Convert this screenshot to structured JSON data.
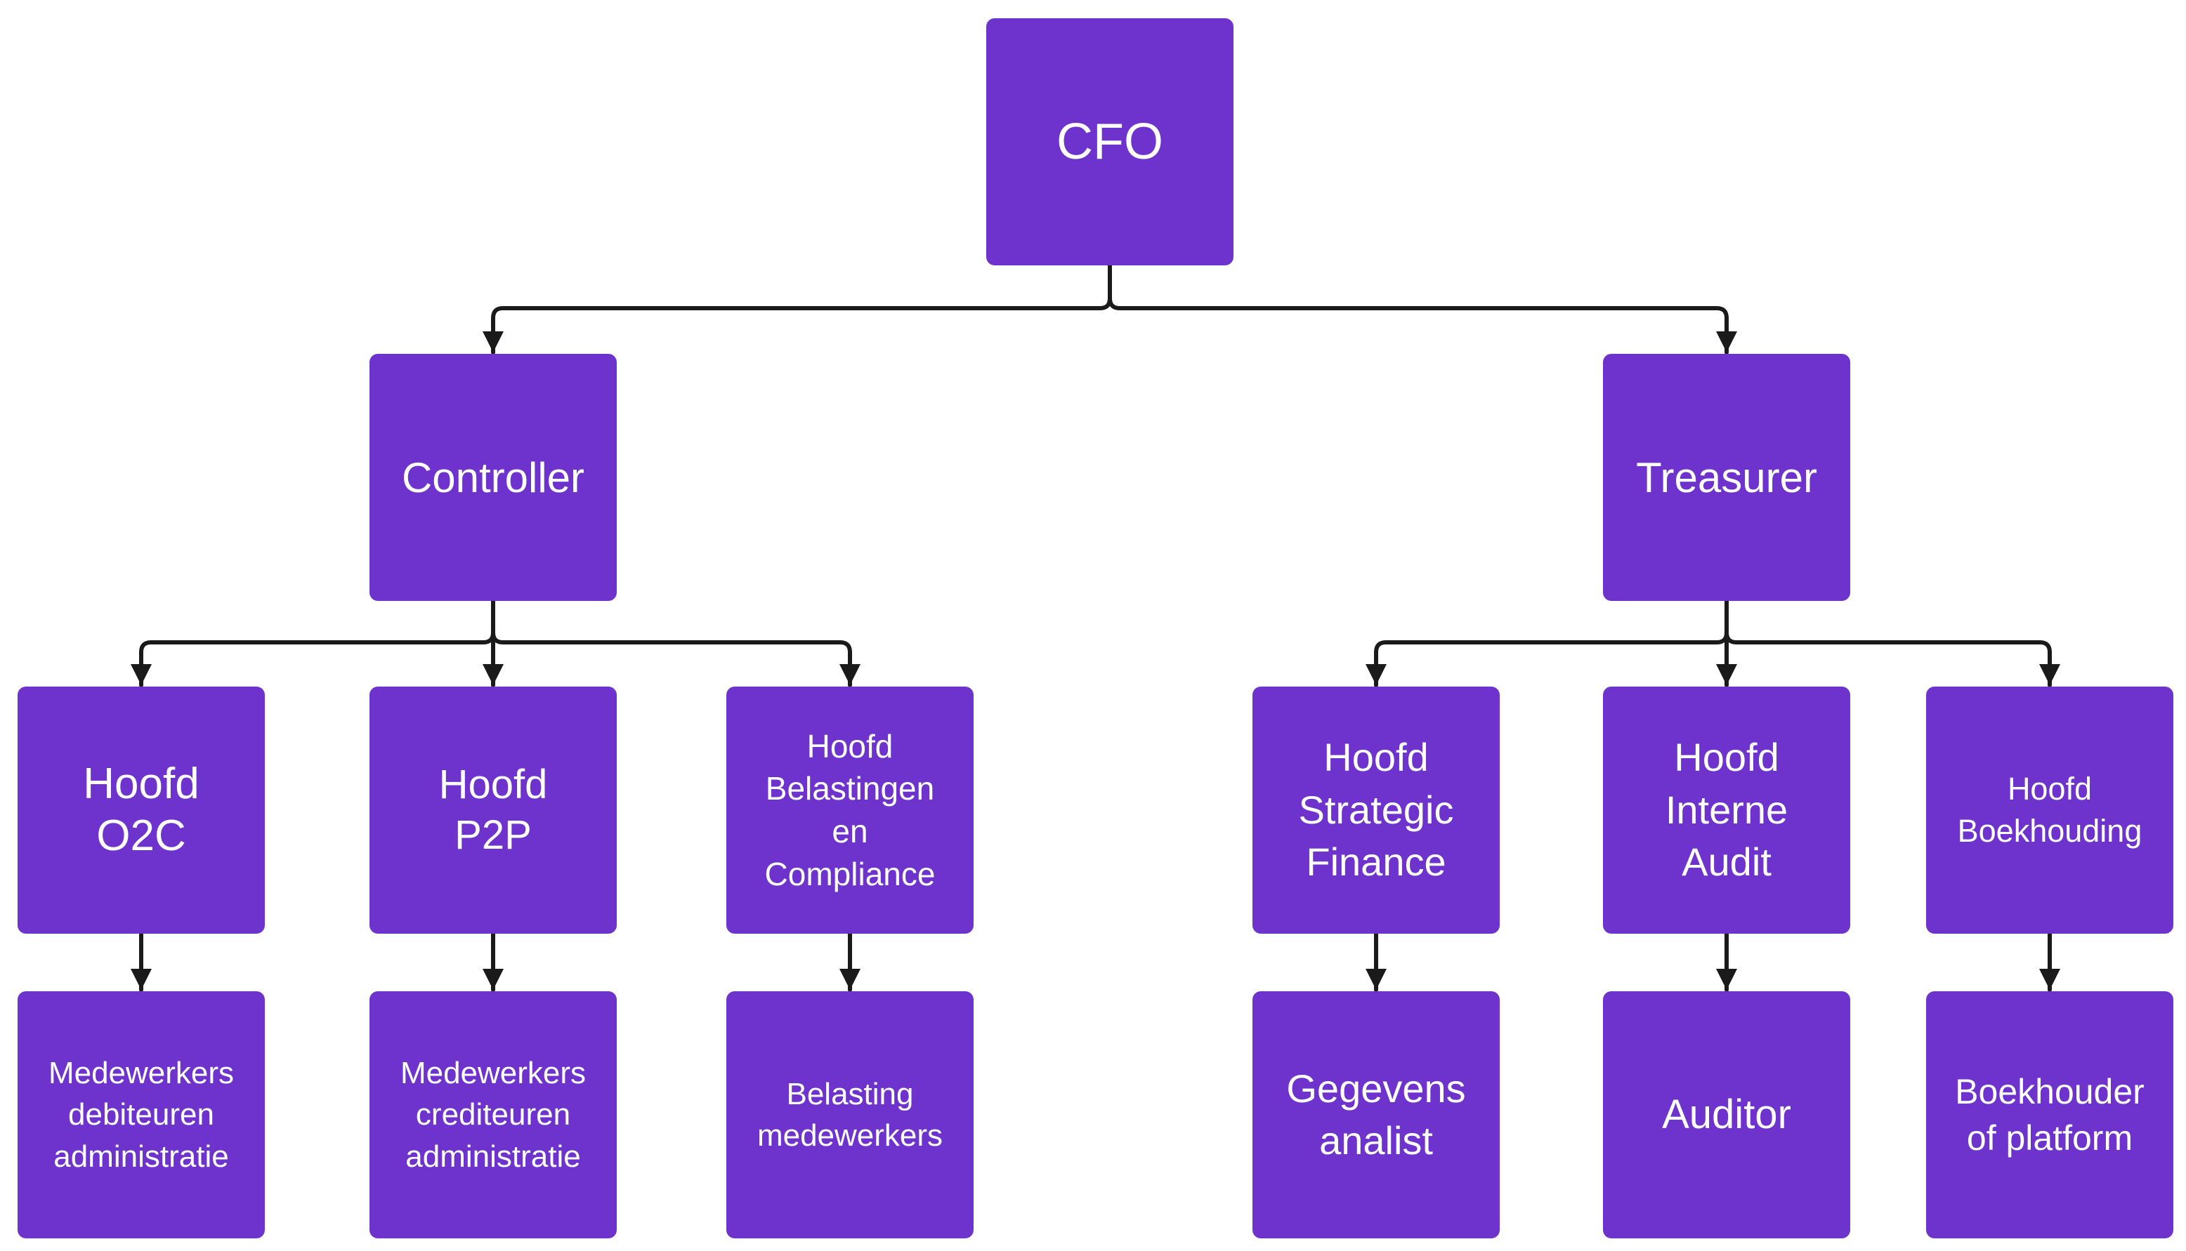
{
  "colors": {
    "node_fill": "#6e33cc",
    "node_text": "#ffffff",
    "connector": "#1a1a1a"
  },
  "nodes": {
    "cfo": "CFO",
    "controller": "Controller",
    "treasurer": "Treasurer",
    "hoofd_o2c": "Hoofd\nO2C",
    "hoofd_p2p": "Hoofd\nP2P",
    "hoofd_belastingen": "Hoofd\nBelastingen\nen\nCompliance",
    "hoofd_strategic": "Hoofd\nStrategic\nFinance",
    "hoofd_audit": "Hoofd\nInterne\nAudit",
    "hoofd_boekhouding": "Hoofd\nBoekhouding",
    "medewerkers_debiteuren": "Medewerkers\ndebiteuren\nadministratie",
    "medewerkers_crediteuren": "Medewerkers\ncrediteuren\nadministratie",
    "belasting_medewerkers": "Belasting\nmedewerkers",
    "gegevens_analist": "Gegevens\nanalist",
    "auditor": "Auditor",
    "boekhouder": "Boekhouder\nof platform"
  },
  "edges": [
    [
      "cfo",
      "controller"
    ],
    [
      "cfo",
      "treasurer"
    ],
    [
      "controller",
      "hoofd_o2c"
    ],
    [
      "controller",
      "hoofd_p2p"
    ],
    [
      "controller",
      "hoofd_belastingen"
    ],
    [
      "treasurer",
      "hoofd_strategic"
    ],
    [
      "treasurer",
      "hoofd_audit"
    ],
    [
      "treasurer",
      "hoofd_boekhouding"
    ],
    [
      "hoofd_o2c",
      "medewerkers_debiteuren"
    ],
    [
      "hoofd_p2p",
      "medewerkers_crediteuren"
    ],
    [
      "hoofd_belastingen",
      "belasting_medewerkers"
    ],
    [
      "hoofd_strategic",
      "gegevens_analist"
    ],
    [
      "hoofd_audit",
      "auditor"
    ],
    [
      "hoofd_boekhouding",
      "boekhouder"
    ]
  ]
}
